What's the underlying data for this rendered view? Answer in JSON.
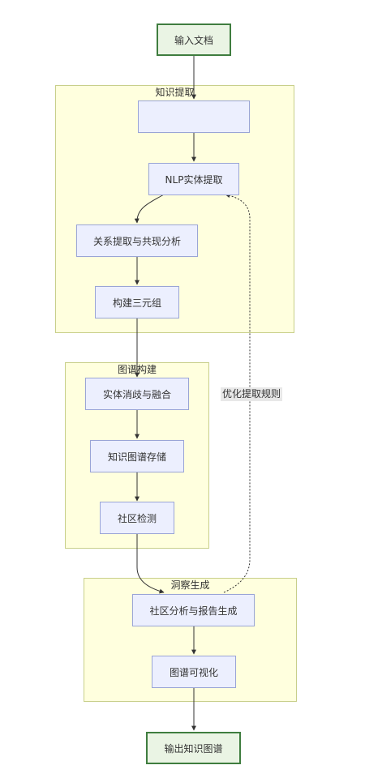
{
  "diagram": {
    "nodes": {
      "input_doc": "输入文档",
      "blank": "",
      "nlp_extract": "NLP实体提取",
      "relation_extract": "关系提取与共现分析",
      "build_triples": "构建三元组",
      "entity_disambig": "实体消歧与融合",
      "kg_storage": "知识图谱存储",
      "community_detect": "社区检测",
      "community_report": "社区分析与报告生成",
      "graph_viz": "图谱可视化",
      "output_kg": "输出知识图谱"
    },
    "clusters": {
      "knowledge_extraction": "知识提取",
      "graph_construction": "图谱构建",
      "insight_generation": "洞察生成"
    },
    "edge_labels": {
      "feedback": "优化提取规则"
    }
  }
}
